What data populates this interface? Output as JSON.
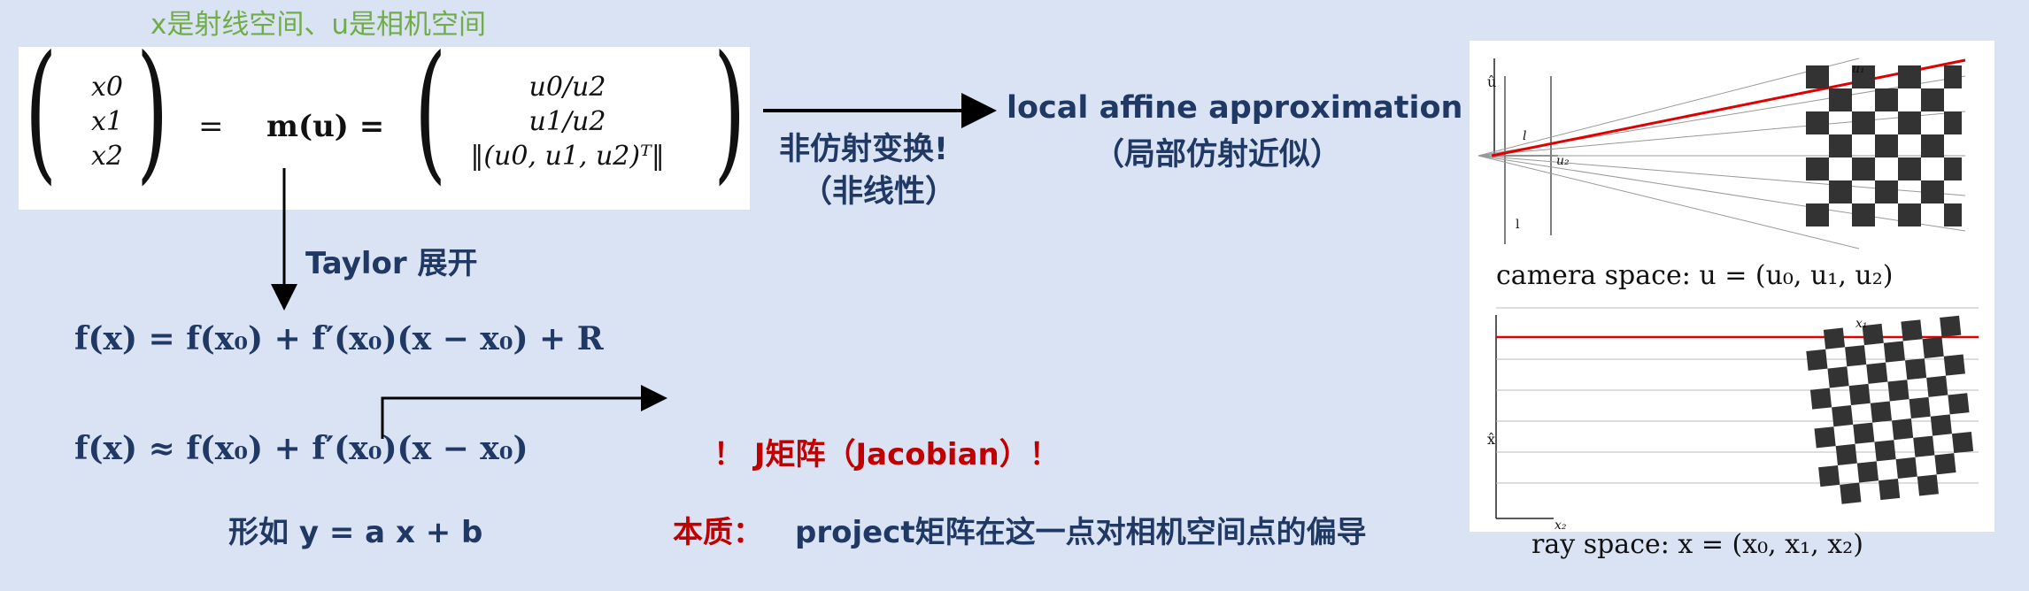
{
  "top_note": "x是射线空间、u是相机空间",
  "matrix": {
    "x_entries": [
      "x0",
      "x1",
      "x2"
    ],
    "equals": "=",
    "m_of_u": "m(u) =",
    "u_entries": [
      "u0/u2",
      "u1/u2",
      "‖(u0, u1, u2)ᵀ‖"
    ]
  },
  "nonaffine_label": "非仿射变换!",
  "nonlinear_label": "（非线性）",
  "local_affine_label": "local affine approximation",
  "local_affine_cn": "（局部仿射近似）",
  "taylor_label": "Taylor 展开",
  "taylor_formula": "f(x) = f(x₀) + f′(x₀)(x − x₀) + R",
  "approx_formula": "f(x) ≈ f(x₀) + f′(x₀)(x − x₀)",
  "linear_form": "形如 y = a x + b",
  "jacobian_label": "！ J矩阵（Jacobian）！",
  "essence_prefix": "本质：",
  "essence_text": "project矩阵在这一点对相机空间点的偏导",
  "camera_caption": "camera space: u = (u₀, u₁, u₂)",
  "ray_caption": "ray space: x = (x₀, x₁, x₂)",
  "camera_axis_labels": {
    "up": "û",
    "l": "l",
    "u2": "u₂",
    "u1": "u₁",
    "bottom_l": "l"
  },
  "ray_axis_labels": {
    "up": "x̂",
    "x2": "x₂",
    "x1": "x₁"
  },
  "colors": {
    "background": "#dae3f3",
    "navy": "#203864",
    "red": "#c00000",
    "green": "#70ad47",
    "ray_red": "#e00000"
  }
}
